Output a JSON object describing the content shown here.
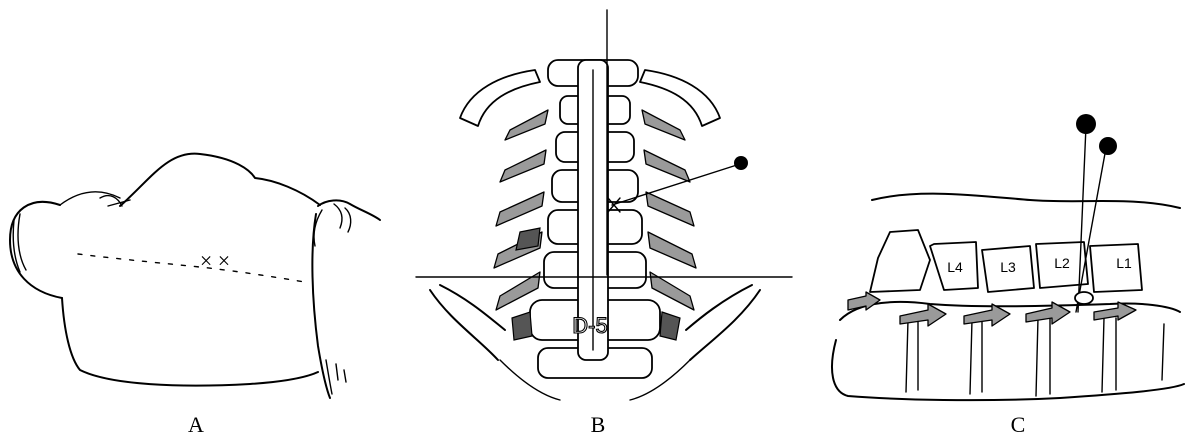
{
  "panels": [
    {
      "label": "A",
      "marker": "× ×"
    },
    {
      "label": "B",
      "vertebra_label": "D-5"
    },
    {
      "label": "C",
      "vertebra_labels": [
        "L4",
        "L3",
        "L2",
        "L1"
      ]
    }
  ],
  "colors": {
    "ink": "#000000",
    "shading": "#9a9a9a",
    "background": "#ffffff"
  }
}
